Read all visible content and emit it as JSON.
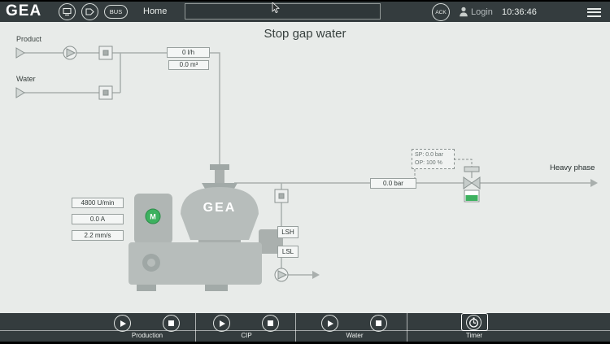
{
  "topbar": {
    "logo": "GEA",
    "bus": "BUS",
    "home": "Home",
    "ack": "ACK",
    "login": "Login",
    "time": "10:36:46"
  },
  "diagram": {
    "title": "Stop gap water",
    "product_label": "Product",
    "water_label": "Water",
    "flow_rate": "0 l/h",
    "flow_total": "0.0 m³",
    "speed": "4800 U/min",
    "current": "0.0 A",
    "vibration": "2.2 mm/s",
    "level_high": "LSH",
    "level_low": "LSL",
    "pressure": "0.0 bar",
    "setpoint": "SP: 0.0 bar",
    "output": "OP: 100 %",
    "heavy_phase_label": "Heavy phase",
    "machine_brand": "GEA",
    "motor_label": "M"
  },
  "bottombar": {
    "groups": [
      {
        "label": "Production",
        "buttons": [
          "start",
          "stop"
        ]
      },
      {
        "label": "CIP",
        "buttons": [
          "start",
          "stop"
        ]
      },
      {
        "label": "Water",
        "buttons": [
          "start",
          "stop"
        ]
      },
      {
        "label": "Timer",
        "buttons": [
          "timer"
        ]
      }
    ]
  },
  "icons": {
    "equipment-icon": "svg-frame",
    "tag-icon": "svg-tag",
    "user-icon": "svg-person",
    "menu-icon": "css-bars",
    "play-icon": "css-triangle",
    "stop-icon": "css-square",
    "timer-icon": "svg-clock",
    "pump-icon": "svg-circle-triangle",
    "valve-icon": "svg-square-in-square"
  },
  "colors": {
    "bar_bg": "#343c3e",
    "canvas_bg": "#e8ebe9",
    "accent_green": "#3db15f",
    "pipe_line": "#a9afad",
    "machine_gray": "#b7bdbb"
  }
}
